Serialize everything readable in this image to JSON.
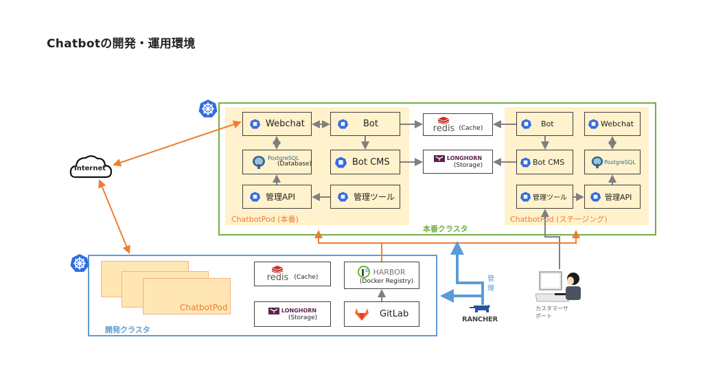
{
  "title": "Chatbotの開発・運用環境",
  "internet_label": "Internet",
  "prod_cluster": {
    "label": "本番クラスタ",
    "pod_main": {
      "label": "ChatbotPod (本番)",
      "webchat": "Webchat",
      "bot": "Bot",
      "postgres": "PostgreSQL",
      "postgres_sub": "(Database)",
      "botcms": "Bot CMS",
      "admin_api": "管理API",
      "admin_tool": "管理ツール"
    },
    "redis": {
      "name": "redis",
      "sub": "(Cache)"
    },
    "longhorn": {
      "name": "LONGHORN",
      "sub": "(Storage)"
    },
    "pod_staging": {
      "label": "ChatbotPod (ステージング)",
      "bot": "Bot",
      "webchat": "Webchat",
      "botcms": "Bot CMS",
      "postgres": "PostgreSQL",
      "admin_tool": "管理ツール",
      "admin_api": "管理API"
    }
  },
  "dev_cluster": {
    "label": "開発クラスタ",
    "pods_label": "ChatbotPod",
    "redis": {
      "name": "redis",
      "sub": "(Cache)"
    },
    "longhorn": {
      "name": "LONGHORN",
      "sub": "(Storage)"
    },
    "harbor": {
      "name": "HARBOR",
      "sub": "(Docker Registry)"
    },
    "gitlab": {
      "name": "GitLab"
    }
  },
  "rancher": {
    "name": "RANCHER",
    "manage_label_1": "管",
    "manage_label_2": "理"
  },
  "customer_support": {
    "line1": "カスタマーサ",
    "line2": "ポート"
  },
  "colors": {
    "prod_border": "#70ad47",
    "dev_border": "#5b9bd5",
    "pod_fill": "#fff2cc",
    "orange_arrow": "#ed7d31",
    "gray_arrow": "#7f7f7f",
    "k8s_blue": "#326ce5"
  }
}
